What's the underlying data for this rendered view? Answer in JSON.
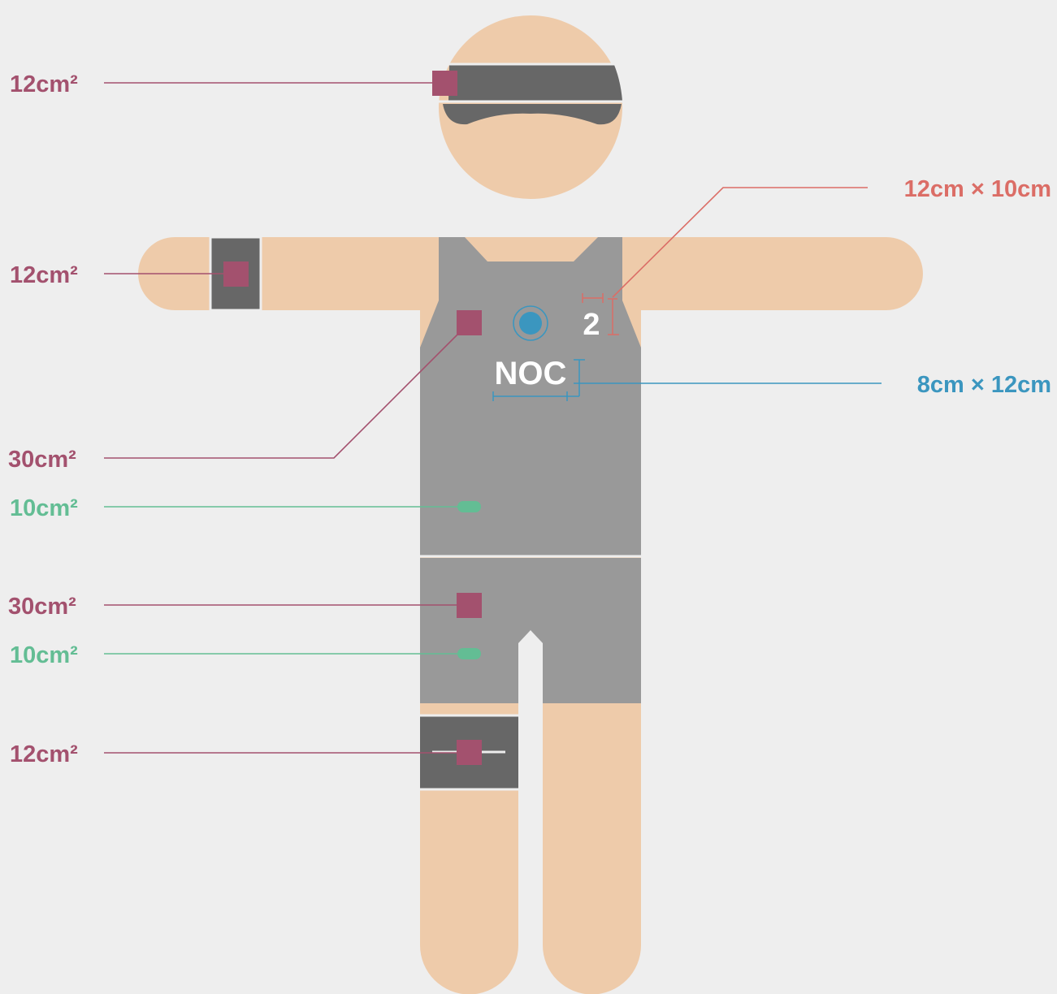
{
  "labels": {
    "headband_area": "12cm²",
    "armband_area": "12cm²",
    "chest_area": "30cm²",
    "chest_small_area": "10cm²",
    "shorts_area": "30cm²",
    "shorts_small_area": "10cm²",
    "thighband_area": "12cm²",
    "number_size": "12cm × 10cm",
    "noc_size": "8cm × 12cm"
  },
  "uniform": {
    "number": "2",
    "noc": "NOC"
  },
  "colors": {
    "background": "#eeeeee",
    "skin": "#eecbaa",
    "garment": "#999999",
    "band": "#676767",
    "logo_marker": "#a3516e",
    "small_marker": "#63bd94",
    "number_dim": "#db6d66",
    "noc_dim": "#3b96bf",
    "emblem": "#3b96bf",
    "text_white": "#ffffff"
  }
}
